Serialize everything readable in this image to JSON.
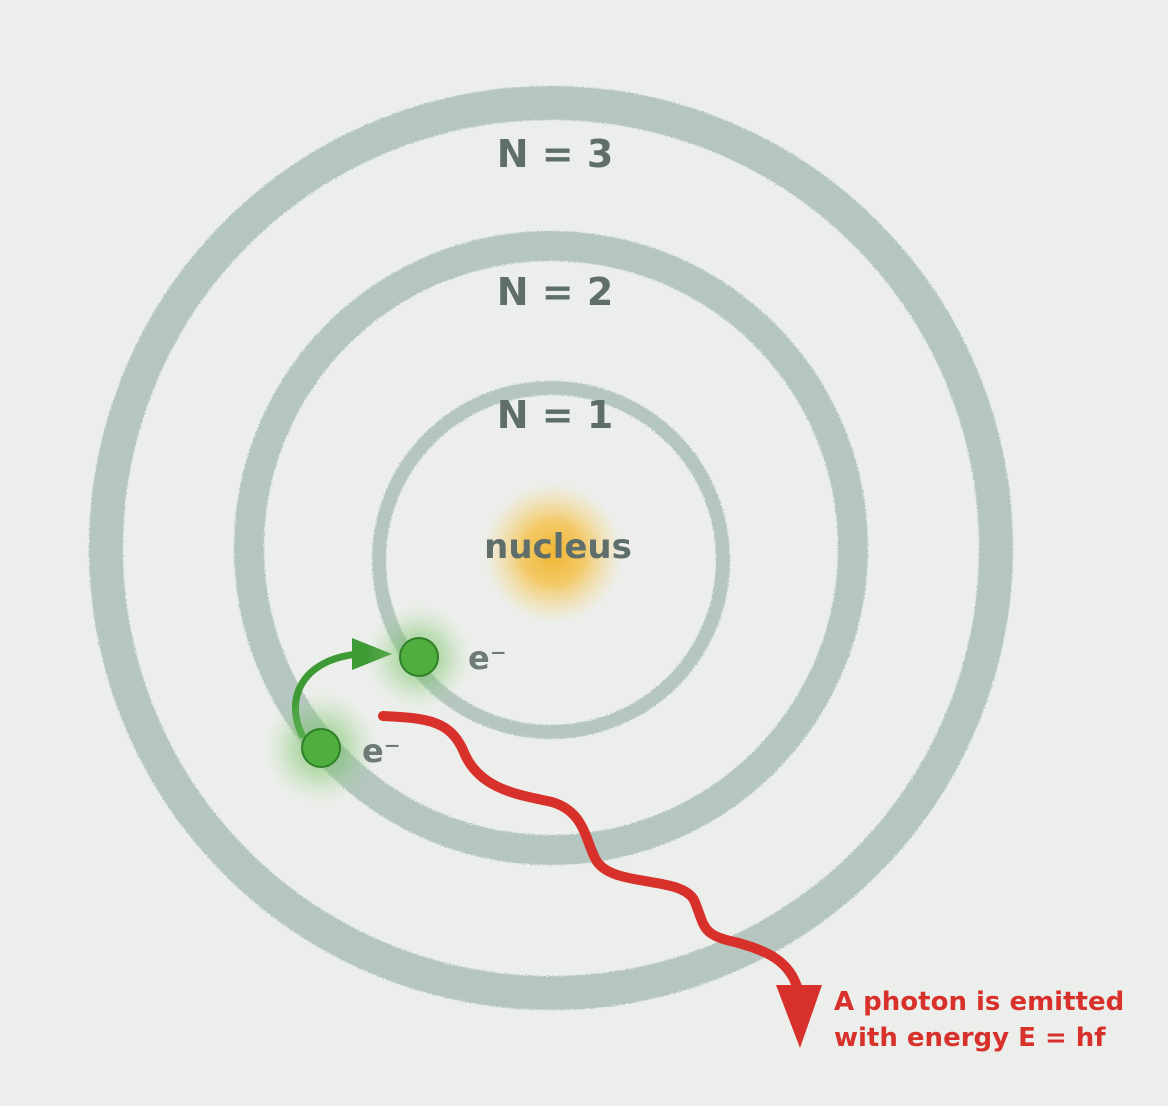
{
  "orbits": {
    "n3": "N = 3",
    "n2": "N = 2",
    "n1": "N = 1"
  },
  "nucleus": {
    "label": "nucleus"
  },
  "electrons": {
    "upper_label": "e⁻",
    "lower_label": "e⁻"
  },
  "photon": {
    "line1": "A photon is emitted",
    "line2": "with energy E = hf"
  },
  "colors": {
    "background": "#eceeeb",
    "orbit": "#b4c6bf",
    "orbit_label": "#5f6e6b",
    "nucleus_glow": "#f2b531",
    "electron": "#4fae3d",
    "jump_arrow": "#3e9a35",
    "photon": "#d8312b"
  }
}
